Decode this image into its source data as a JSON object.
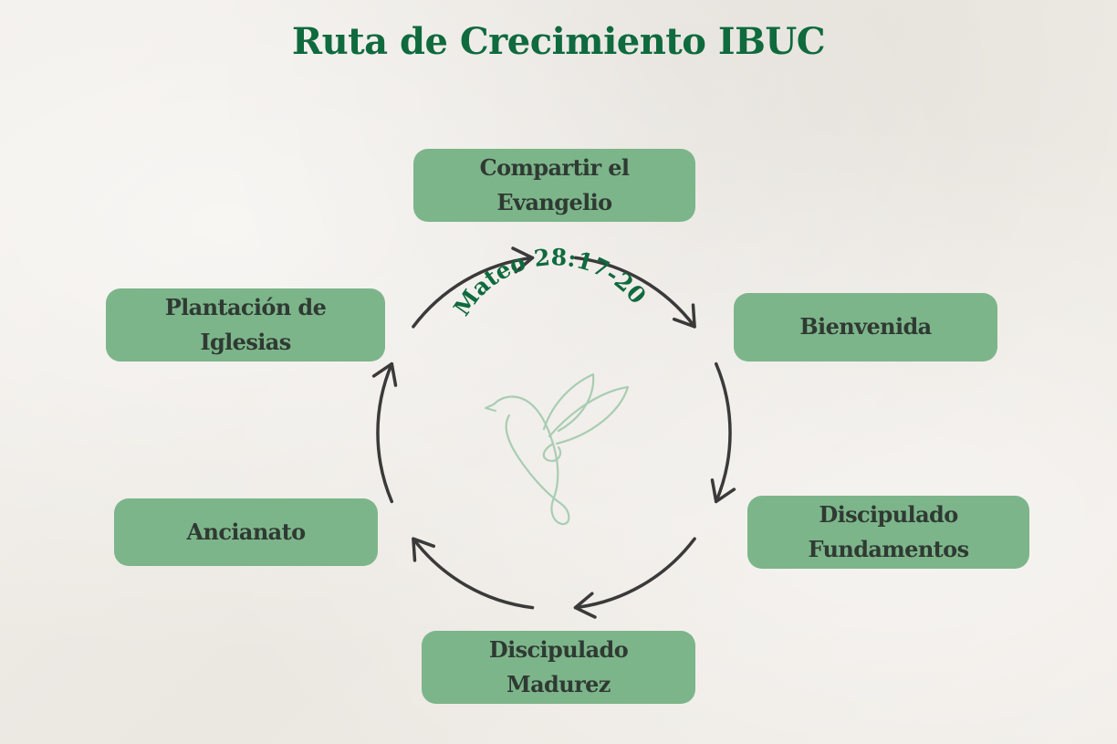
{
  "title": "Ruta de Crecimiento IBUC",
  "center_caption": "Mateo 28:17-20",
  "center_icon": "dove-icon",
  "steps": [
    {
      "id": "step-compartir-evangelio",
      "label": "Compartir el\nEvangelio"
    },
    {
      "id": "step-bienvenida",
      "label": "Bienvenida"
    },
    {
      "id": "step-discipulado-fundamentos",
      "label": "Discipulado\nFundamentos"
    },
    {
      "id": "step-discipulado-madurez",
      "label": "Discipulado\nMadurez"
    },
    {
      "id": "step-ancianato",
      "label": "Ancianato"
    },
    {
      "id": "step-plantacion-iglesias",
      "label": "Plantación de\nIglesias"
    }
  ],
  "colors": {
    "title": "#0f6a3e",
    "box_fill": "#7db58a",
    "box_text": "#2f3a33",
    "arrow": "#3a3a3a",
    "caption": "#0f6a3e",
    "dove": "#a9cdb2"
  }
}
